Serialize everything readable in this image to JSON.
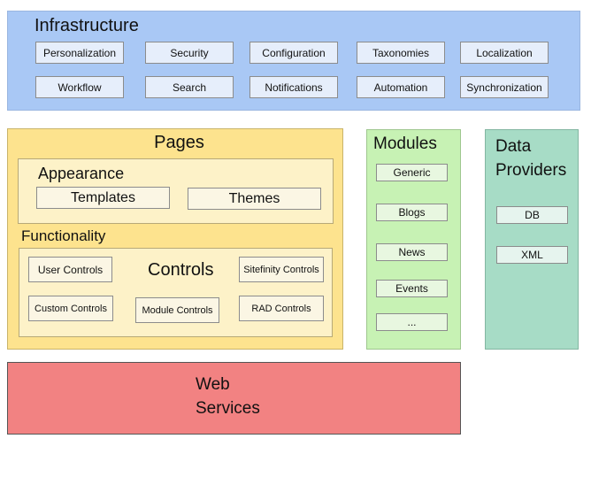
{
  "infrastructure": {
    "title": "Infrastructure",
    "items": [
      "Personalization",
      "Security",
      "Configuration",
      "Taxonomies",
      "Localization",
      "Workflow",
      "Search",
      "Notifications",
      "Automation",
      "Synchronization"
    ]
  },
  "pages": {
    "title": "Pages",
    "appearance": {
      "title": "Appearance",
      "items": [
        "Templates",
        "Themes"
      ]
    },
    "functionality": {
      "title": "Functionality",
      "controls_title": "Controls",
      "items": [
        "User Controls",
        "Sitefinity Controls",
        "Custom Controls",
        "Module Controls",
        "RAD Controls"
      ]
    }
  },
  "modules": {
    "title": "Modules",
    "items": [
      "Generic",
      "Blogs",
      "News",
      "Events",
      "..."
    ]
  },
  "data_providers": {
    "title": "Data\nProviders",
    "items": [
      "DB",
      "XML"
    ]
  },
  "web_services": {
    "title": "Web\nServices"
  }
}
